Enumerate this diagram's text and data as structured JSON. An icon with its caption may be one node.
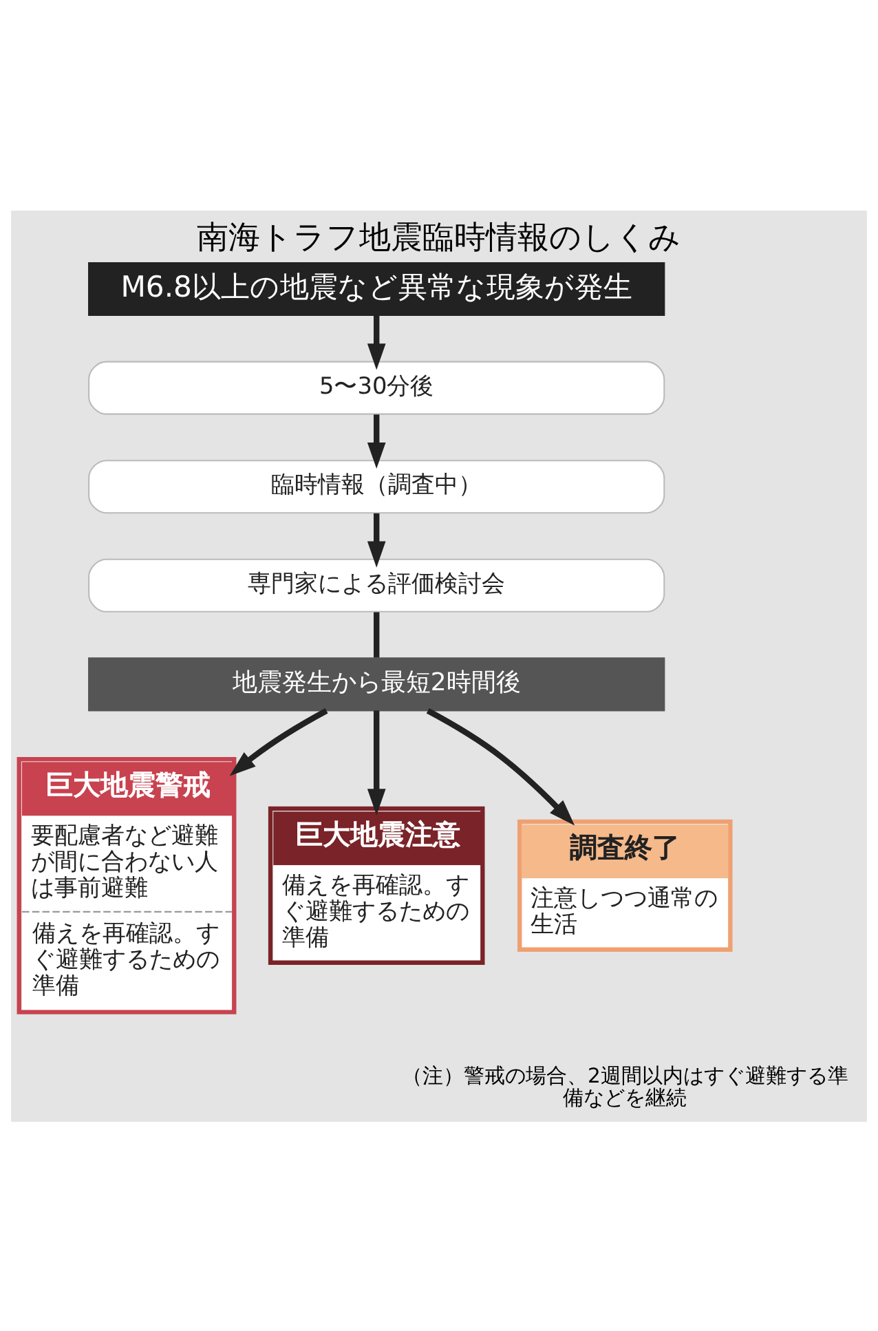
{
  "diagram": {
    "title": "南海トラフ地震臨時情報のしくみ",
    "nodes": [
      {
        "text": [
          "M6.8以上の地震など異常な現象が発生"
        ]
      },
      {
        "text": [
          "5〜30分後"
        ]
      },
      {
        "text": [
          "臨時情報（調査中）"
        ]
      },
      {
        "text": [
          "専門家による評価検討会"
        ]
      },
      {
        "text": [
          "地震発生から最短2時間後"
        ]
      },
      {
        "text": [
          "巨大地震警戒",
          "要配慮者など避難が間に合わない人は事前避難",
          "備えを再確認。すぐ避難するための準備"
        ]
      },
      {
        "text": [
          "巨大地震注意",
          "備えを再確認。すぐ避難するための準備"
        ]
      },
      {
        "text": [
          "調査終了",
          "注意しつつ通常の生活"
        ]
      }
    ],
    "edges": [
      {
        "from": 0,
        "to": 1,
        "arrow": "to"
      },
      {
        "from": 1,
        "to": 2,
        "arrow": "to"
      },
      {
        "from": 2,
        "to": 3,
        "arrow": "to"
      },
      {
        "from": 3,
        "to": 4,
        "arrow": "none"
      },
      {
        "from": 4,
        "to": 5,
        "arrow": "to"
      },
      {
        "from": 4,
        "to": 6,
        "arrow": "to"
      },
      {
        "from": 4,
        "to": 7,
        "arrow": "to"
      }
    ],
    "labels": [
      "（注）警戒の場合、2週間以内はすぐ避難する準備などを継続"
    ]
  }
}
